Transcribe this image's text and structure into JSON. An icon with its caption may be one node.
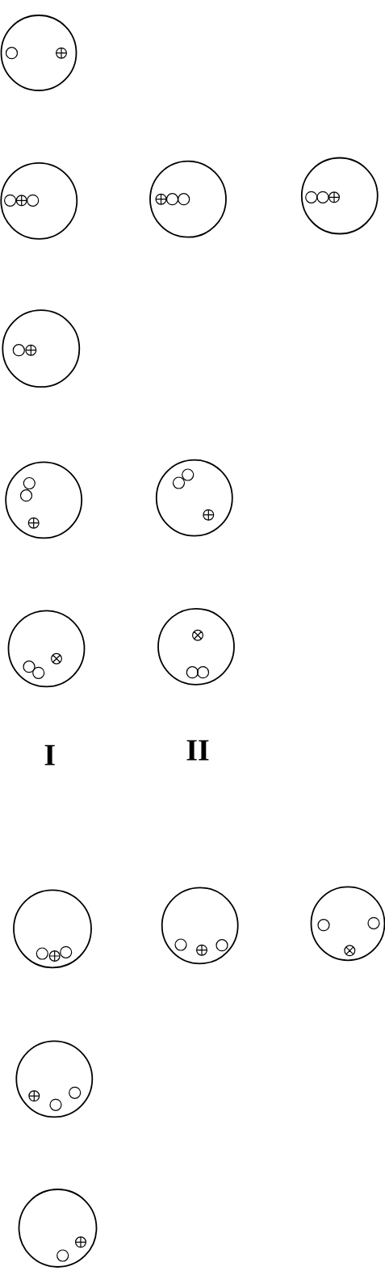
{
  "diagram": {
    "nodes": [
      {
        "text": [],
        "shape": "circle"
      },
      {
        "text": [],
        "shape": "circle"
      },
      {
        "text": [],
        "shape": "circle"
      },
      {
        "text": [],
        "shape": "circle"
      },
      {
        "text": [],
        "shape": "circle"
      },
      {
        "text": [],
        "shape": "circle"
      },
      {
        "text": [],
        "shape": "circle"
      },
      {
        "text": [],
        "shape": "circle"
      },
      {
        "text": [],
        "shape": "circle"
      },
      {
        "text": [],
        "shape": "circle"
      },
      {
        "text": [],
        "shape": "circle"
      },
      {
        "text": [],
        "shape": "circle"
      },
      {
        "text": [],
        "shape": "circle"
      },
      {
        "text": [],
        "shape": "circle"
      }
    ],
    "labels": [
      "I",
      "II"
    ]
  }
}
